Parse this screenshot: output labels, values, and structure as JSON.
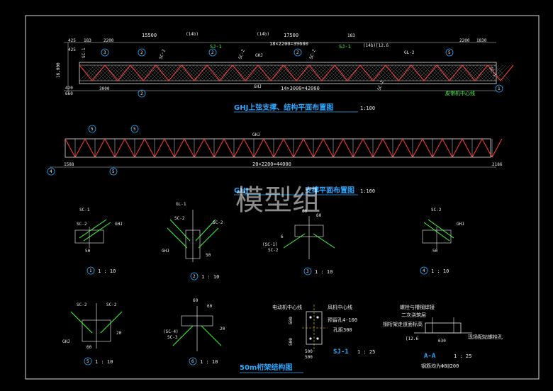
{
  "plan1": {
    "title": "GHJ上弦支撑、结构平面布置图",
    "scale": "1:100",
    "dims_top": [
      "425",
      "183",
      "2200",
      "15500",
      "17500",
      "183",
      "2200",
      "1830"
    ],
    "dims_mid": [
      "(14b)",
      "(14b)",
      "18×2200=39600",
      "(14b)",
      "[12.6"
    ],
    "dims_bottom": [
      "420",
      "660",
      "3000",
      "14×3000=42000"
    ],
    "left_dims": [
      "16,000",
      "425"
    ],
    "labels": [
      "SJ-1",
      "SJ-1",
      "GHJ",
      "GHJ",
      "GL-2",
      "SC-1",
      "SC-2",
      "SC-2",
      "SC-2",
      "SC-2",
      "SC-1"
    ],
    "belt_center": "皮带机中心线",
    "markers": [
      "3",
      "2",
      "2",
      "2",
      "2",
      "5",
      "1"
    ]
  },
  "plan2": {
    "title_part1": "GHJ",
    "title_part2": "支撑平面布置图",
    "scale": "1:100",
    "ghj_label": "GHJ",
    "dims_left": "1588",
    "dims_mid": "20×2200=44000",
    "dims_right": "2186",
    "markers": [
      "5",
      "5",
      "4",
      "5"
    ]
  },
  "details": {
    "d1": {
      "scale": "1 : 10",
      "num": "1",
      "labels": [
        "SC-1",
        "SC-2",
        "GHJ",
        "50"
      ]
    },
    "d2": {
      "scale": "1 : 10",
      "num": "2",
      "labels": [
        "GL-1",
        "SC-2",
        "SC-2",
        "GHJ",
        "50"
      ]
    },
    "d3": {
      "scale": "1 : 10",
      "num": "3",
      "labels": [
        "60",
        "60",
        "(SC-1)",
        "SC-2",
        "6"
      ]
    },
    "d4": {
      "scale": "1 : 10",
      "num": "4",
      "labels": [
        "SC-2",
        "GHJ",
        "50"
      ]
    },
    "d5": {
      "scale": "1 : 10",
      "num": "5",
      "labels": [
        "SC-2",
        "SC-2",
        "GHJ",
        "60",
        "20"
      ]
    },
    "d6": {
      "scale": "1 : 10",
      "num": "6",
      "labels": [
        "60",
        "60",
        "(SC-4)",
        "SC-3",
        "20"
      ]
    }
  },
  "sj1": {
    "title": "SJ-1",
    "scale": "1 : 25",
    "motor_center": "电动机中心线",
    "fan_center": "风机中心线",
    "holes": "预留孔4-100",
    "hole_spacing": "孔距300",
    "dims": [
      "500",
      "500",
      "500",
      "500"
    ]
  },
  "aa": {
    "title": "A-A",
    "scale": "1 : 25",
    "rebar": "钢筋均为Φ8@200",
    "bolt_weld": "螺栓与槽钢焊接",
    "grout": "二次浇筑层",
    "walkway": "钢桁架走道面标高",
    "anchor": "现场配钻螺栓孔",
    "dims": [
      "[12.6",
      "630"
    ]
  },
  "footer_title": "50m桁架结构图",
  "watermark": "模型组"
}
